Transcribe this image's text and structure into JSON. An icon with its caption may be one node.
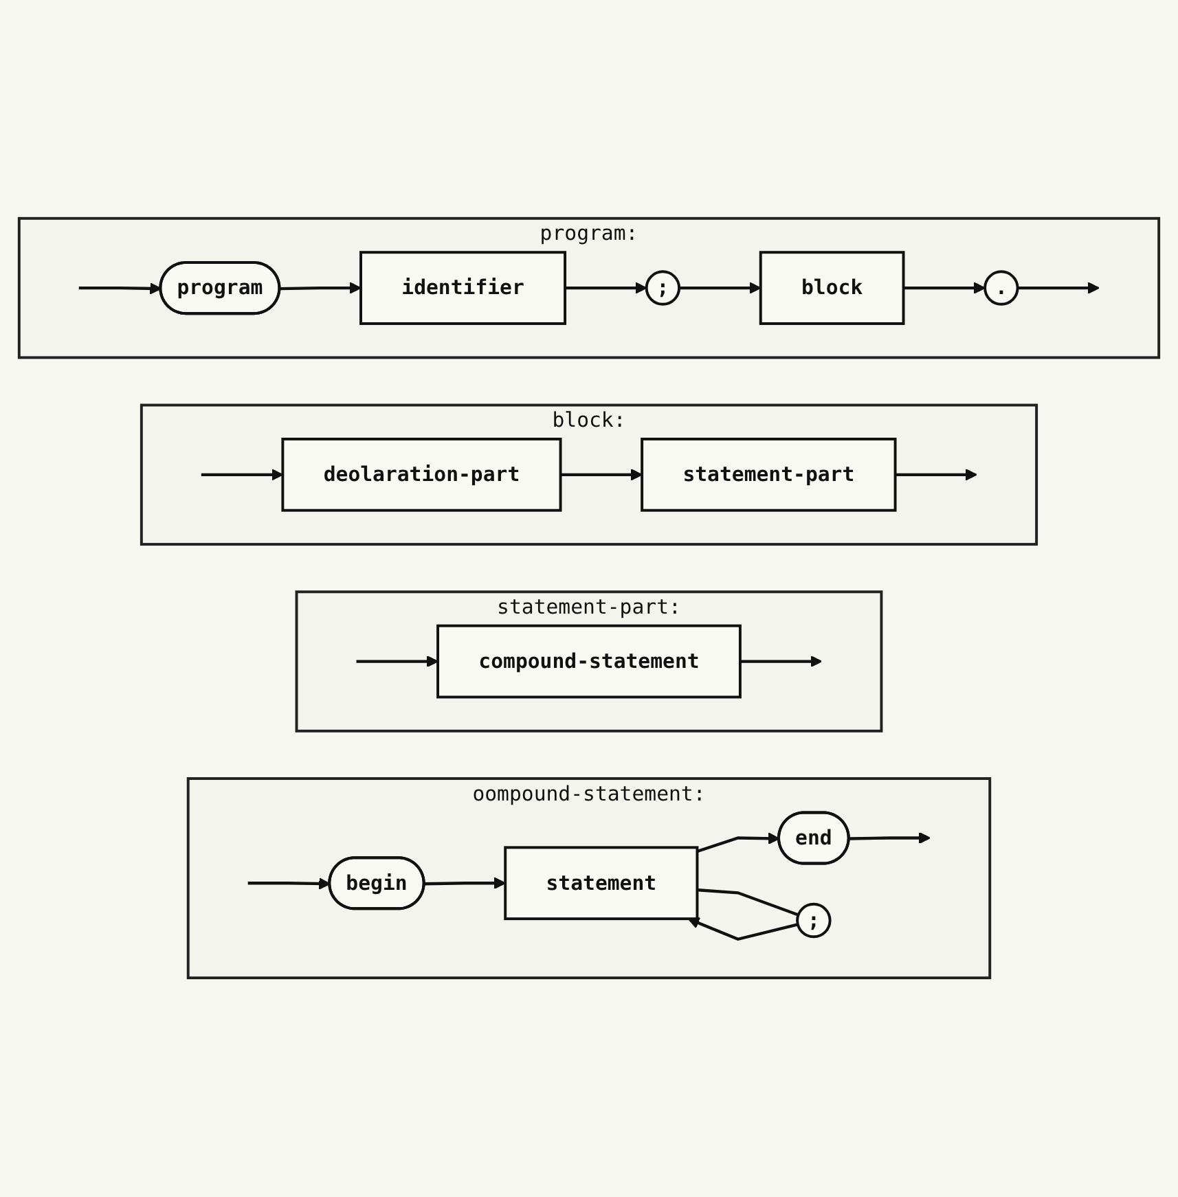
{
  "diagram": {
    "nodes": [
      {
        "text": [
          "program:"
        ]
      },
      {
        "text": [
          "program"
        ],
        "in": 0
      },
      {
        "text": [
          "identifier"
        ],
        "in": 0
      },
      {
        "text": [
          ";"
        ],
        "in": 0
      },
      {
        "text": [
          "block"
        ],
        "in": 0
      },
      {
        "text": [
          "."
        ],
        "in": 0
      },
      {
        "text": [
          "block:"
        ]
      },
      {
        "text": [
          "deolaration-part"
        ],
        "in": 6
      },
      {
        "text": [
          "statement-part"
        ],
        "in": 6
      },
      {
        "text": [
          "statement-part:"
        ]
      },
      {
        "text": [
          "compound-statement"
        ],
        "in": 9
      },
      {
        "text": [
          "oompound-statement:"
        ]
      },
      {
        "text": [
          "begin"
        ],
        "in": 11
      },
      {
        "text": [
          "statement"
        ],
        "in": 11
      },
      {
        "text": [
          ";"
        ],
        "in": 11
      },
      {
        "text": [
          "end"
        ],
        "in": 11
      }
    ],
    "edges": [
      {
        "from": null,
        "to": 1,
        "arrow": "to"
      },
      {
        "from": 1,
        "to": 2,
        "arrow": "to"
      },
      {
        "from": 2,
        "to": 3,
        "arrow": "to"
      },
      {
        "from": 3,
        "to": 4,
        "arrow": "to"
      },
      {
        "from": 4,
        "to": 5,
        "arrow": "to"
      },
      {
        "from": 5,
        "to": null,
        "arrow": "to"
      },
      {
        "from": null,
        "to": 7,
        "arrow": "to"
      },
      {
        "from": 7,
        "to": 8,
        "arrow": "to"
      },
      {
        "from": 8,
        "to": null,
        "arrow": "to"
      },
      {
        "from": null,
        "to": 10,
        "arrow": "to"
      },
      {
        "from": 10,
        "to": null,
        "arrow": "to"
      },
      {
        "from": null,
        "to": 12,
        "arrow": "to"
      },
      {
        "from": 12,
        "to": 13,
        "arrow": "to"
      },
      {
        "from": 13,
        "to": 15,
        "arrow": "to"
      },
      {
        "from": 15,
        "to": null,
        "arrow": "to"
      },
      {
        "from": 13,
        "to": 14,
        "arrow": "none"
      },
      {
        "from": 14,
        "to": 13,
        "arrow": "to"
      }
    ]
  }
}
